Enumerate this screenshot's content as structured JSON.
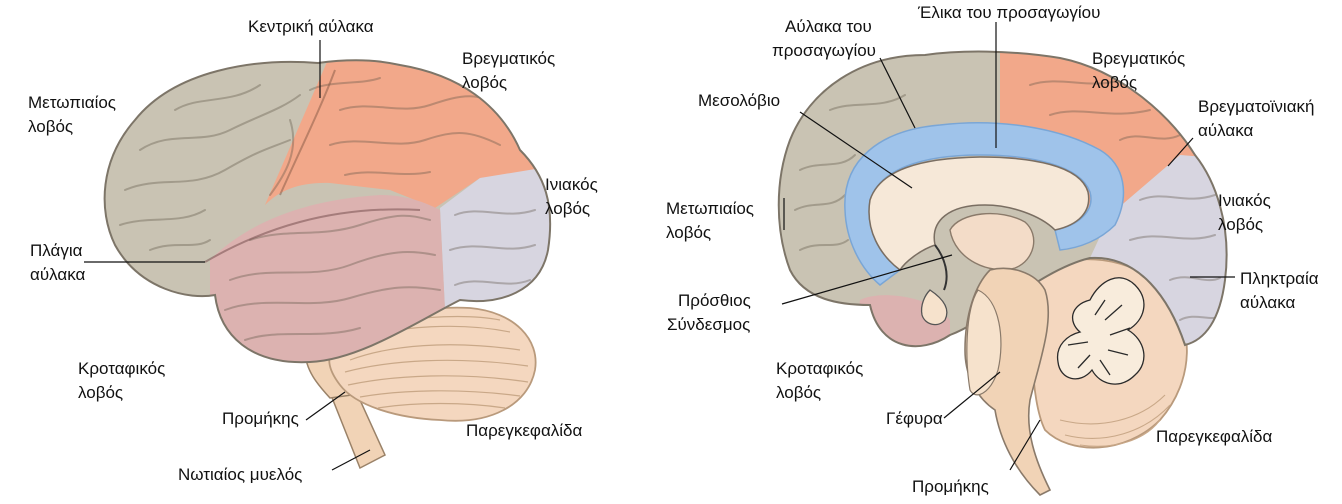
{
  "colors": {
    "frontal": "#c9c3b3",
    "parietal": "#f2a88a",
    "occipital": "#d7d5e0",
    "temporal": "#dcb2b0",
    "cerebellum": "#f4d7bf",
    "brainstem": "#f1d3b6",
    "cingulate": "#9fc3ea",
    "corpus_callosum": "#f6e8d8",
    "line": "#111111"
  },
  "lateral_view": {
    "labels": {
      "central_sulcus": "Κεντρική αύλακα",
      "parietal_lobe_1": "Βρεγματικός",
      "parietal_lobe_2": "λοβός",
      "frontal_lobe_1": "Μετωπιαίος",
      "frontal_lobe_2": "λοβός",
      "occipital_lobe_1": "Ινιακός",
      "occipital_lobe_2": "λοβός",
      "lateral_sulcus_1": "Πλάγια",
      "lateral_sulcus_2": "αύλακα",
      "temporal_lobe_1": "Κροταφικός",
      "temporal_lobe_2": "λοβός",
      "medulla": "Προμήκης",
      "cerebellum": "Παρεγκεφαλίδα",
      "spinal_cord": "Νωτιαίος μυελός"
    }
  },
  "medial_view": {
    "labels": {
      "paracentral_sulcus_1": "Αύλακα του",
      "paracentral_sulcus_2": "προσαγωγίου",
      "paracentral_gyrus": "Έλικα του προσαγωγίου",
      "parietal_lobe_1": "Βρεγματικός",
      "parietal_lobe_2": "λοβός",
      "corpus_callosum": "Μεσολόβιο",
      "parieto_occipital_sulcus_1": "Βρεγματοϊνιακή",
      "parieto_occipital_sulcus_2": "αύλακα",
      "frontal_lobe_1": "Μετωπιαίος",
      "frontal_lobe_2": "λοβός",
      "occipital_lobe_1": "Ινιακός",
      "occipital_lobe_2": "λοβός",
      "calcarine_sulcus_1": "Πληκτραία",
      "calcarine_sulcus_2": "αύλακα",
      "anterior_commissure_1": "Πρόσθιος",
      "anterior_commissure_2": "Σύνδεσμος",
      "temporal_lobe_1": "Κροταφικός",
      "temporal_lobe_2": "λοβός",
      "pons": "Γέφυρα",
      "cerebellum": "Παρεγκεφαλίδα",
      "medulla": "Προμήκης"
    }
  }
}
